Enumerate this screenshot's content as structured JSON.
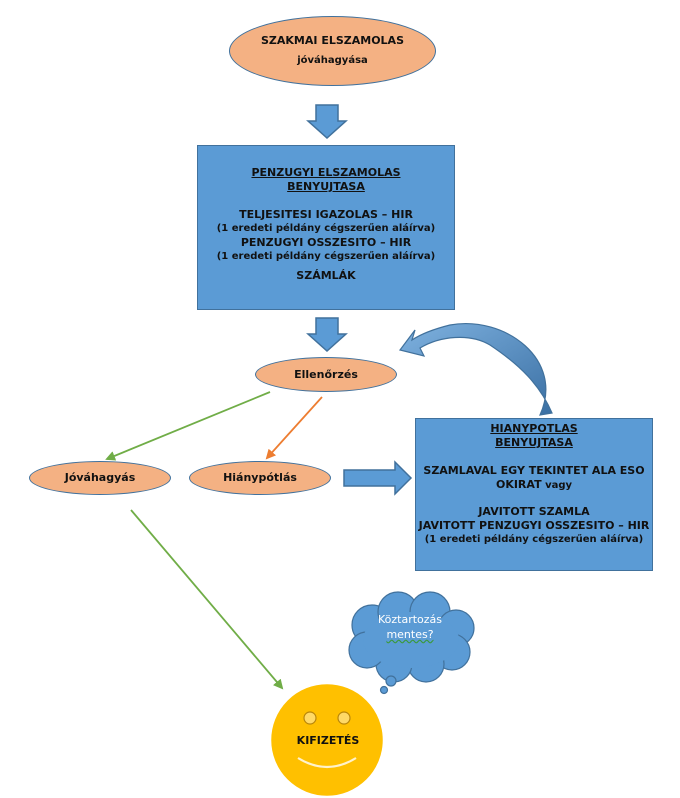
{
  "colors": {
    "ellipse_fill": "#f4b183",
    "box_fill": "#5b9bd5",
    "border": "#41719c",
    "green_arrow": "#70ad47",
    "orange_arrow": "#ed7d31",
    "smiley_fill": "#ffc000",
    "cloud_fill": "#5b9bd5"
  },
  "start": {
    "line1": "SZAKMAI ELSZAMOLAS",
    "line2": "jóváhagyása"
  },
  "submission": {
    "title1": "PENZUGYI ELSZAMOLAS",
    "title2": "BENYUJTASA",
    "item1": "TELJESITESI IGAZOLAS – HIR",
    "item1_note": "(1 eredeti példány cégszerűen aláírva)",
    "item2": "PENZUGYI OSSZESITO – HIR",
    "item2_note": "(1 eredeti példány cégszerűen aláírva)",
    "item3": "SZÁMLÁK"
  },
  "check": {
    "label": "Ellenőrzés"
  },
  "approval": {
    "label": "Jóváhagyás"
  },
  "deficiency": {
    "label": "Hiánypótlás"
  },
  "deficiency_submission": {
    "title1": "HIANYPOTLAS",
    "title2": "BENYUJTASA",
    "line1": "SZAMLAVAL EGY TEKINTET ALA ESO",
    "line2": "OKIRAT",
    "line2_suffix": "vagy",
    "line3": "JAVITOTT SZAMLA",
    "line4": "JAVITOTT PENZUGYI OSSZESITO – HIR",
    "line5": "(1 eredeti példány cégszerűen aláírva)"
  },
  "thought": {
    "line1": "Köztartozás",
    "line2": "mentes?"
  },
  "payment": {
    "label": "KIFIZETÉS",
    "icon": "smiley-face-icon"
  }
}
